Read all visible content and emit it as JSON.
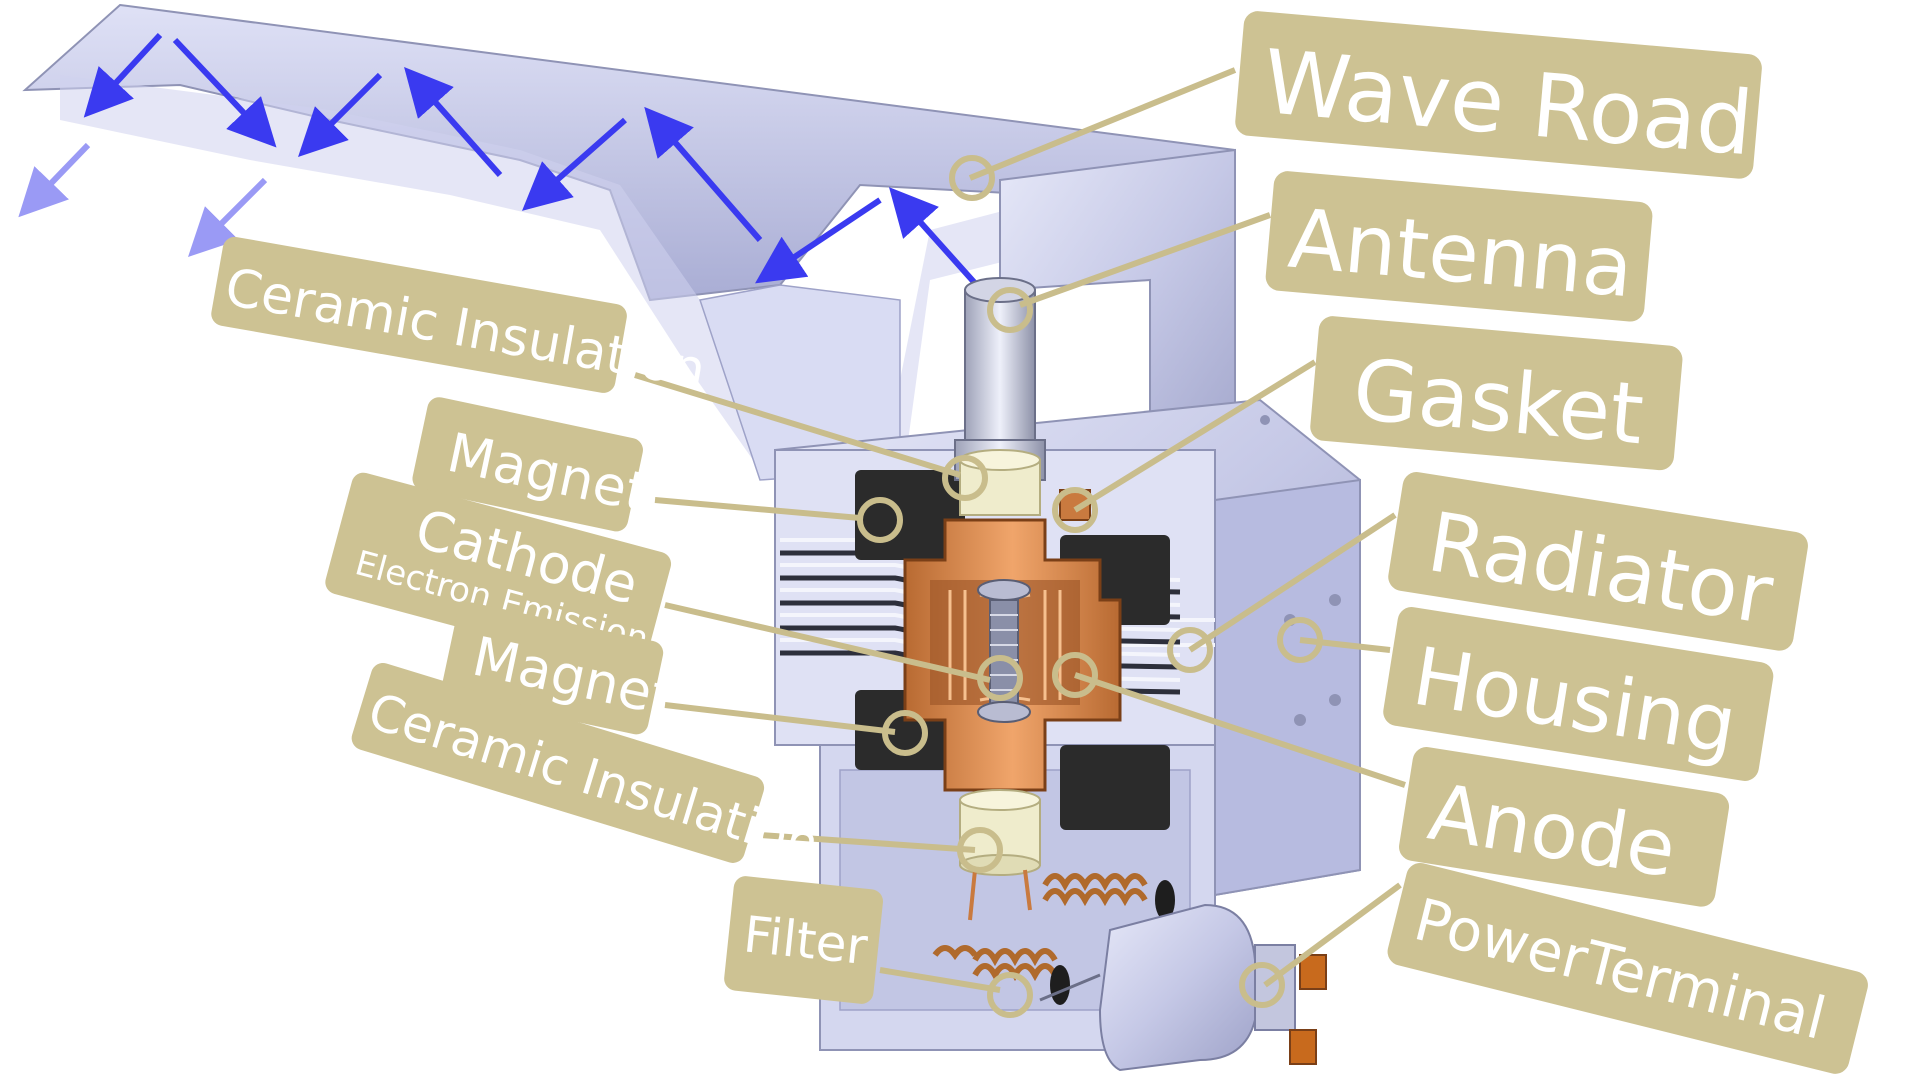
{
  "diagram": {
    "palette": {
      "label_box": "#cdc293",
      "label_text": "#ffffff",
      "leader_line": "#c9bd8c",
      "metal": "#c8cbe6",
      "metal_dark": "#8f93b5",
      "copper": "#d98a4e",
      "wave_arrow": "#3a3af0",
      "magnet": "#2b2b2b"
    },
    "labels": {
      "wave_road": "Wave Road",
      "antenna": "Antenna",
      "gasket": "Gasket",
      "radiator": "Radiator",
      "housing": "Housing",
      "anode": "Anode",
      "power_terminal": "PowerTerminal",
      "ceramic_insulation_top": "Ceramic Insulation",
      "magnet_top": "Magnet",
      "cathode": "Cathode",
      "electron_emission": "Electron Emission",
      "magnet_bottom": "Magnet",
      "ceramic_insulation_bottom": "Ceramic Insulation",
      "filter": "Filter"
    }
  }
}
